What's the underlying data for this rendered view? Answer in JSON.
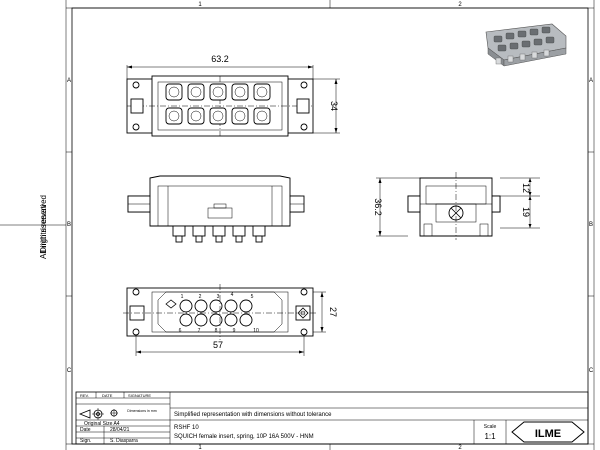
{
  "frame": {
    "columns_top": [
      "1",
      "2"
    ],
    "columns_bottom": [
      "1",
      "2"
    ],
    "rows_left": [
      "A",
      "B",
      "C"
    ],
    "rows_right": [
      "A",
      "B",
      "C"
    ]
  },
  "side_note": {
    "line1": "All rights reserved",
    "line2": "Diritti riservati"
  },
  "dimensions": {
    "front_width": "63.2",
    "front_height": "34",
    "side_height_total": "36.2",
    "side_top": "12",
    "side_bottom": "19",
    "bottom_height": "27",
    "bottom_width": "57"
  },
  "contacts": {
    "top_row": [
      "1",
      "2",
      "3",
      "4",
      "5"
    ],
    "bottom_row": [
      "6",
      "7",
      "8",
      "9",
      "10"
    ]
  },
  "title_block": {
    "rev_label": "REV.",
    "date_label": "DATE",
    "signature_label": "SIGNATURE",
    "dimensions_note": "Dimensions in mm",
    "original_size": "Original Size A4",
    "date_field": "Date",
    "date_value": "28/04/21",
    "sign_field": "Sign.",
    "sign_value": "S. Diasparra",
    "description": "Simplified representation with dimensions without tolerance",
    "part_code": "RSHF 10",
    "part_description": "SQUICH female insert, spring, 10P 16A 500V - HNM",
    "scale_label": "Scale",
    "scale_value": "1:1",
    "logo_text": "ILME"
  }
}
